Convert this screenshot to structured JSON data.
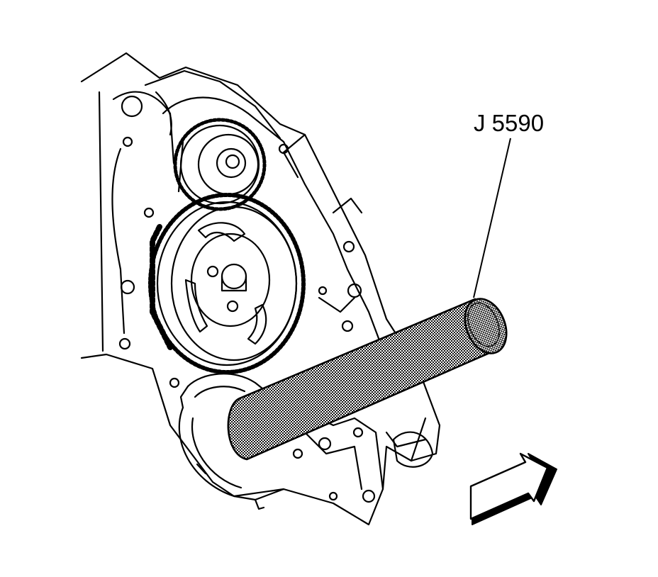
{
  "diagram": {
    "tool_callout": {
      "label": "J 5590"
    },
    "colors": {
      "line": "#000000",
      "background": "#ffffff",
      "tool_fill": "#8c8c8c"
    },
    "parts": {
      "engine_block": "front-cover-housing",
      "upper_gear": "small-gear",
      "lower_gear": "large-camshaft-gear",
      "seal": "front-seal-ring",
      "tool": "installer-tube",
      "arrow": "direction-arrow"
    }
  }
}
